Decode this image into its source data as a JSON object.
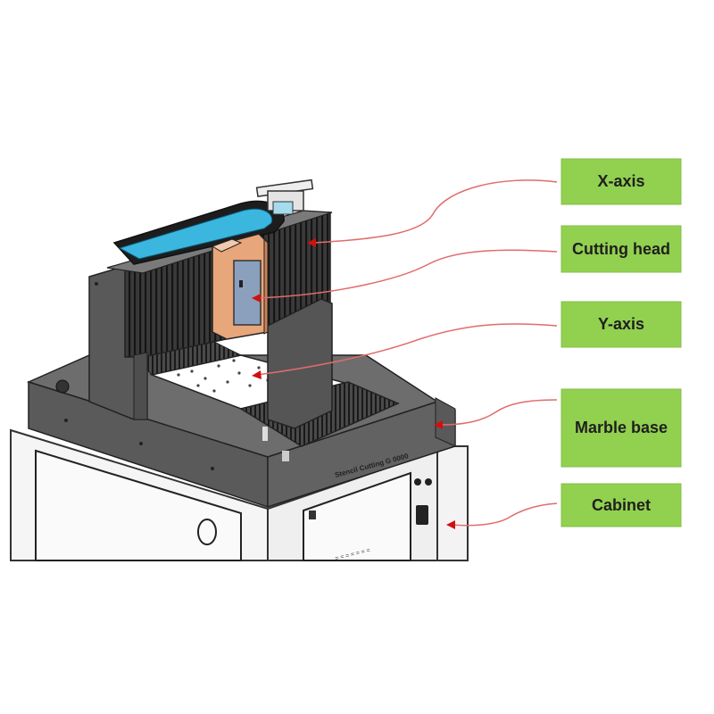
{
  "labels": {
    "x_axis": "X-axis",
    "cutting_head": "Cutting head",
    "y_axis": "Y-axis",
    "marble_base": "Marble base",
    "cabinet": "Cabinet"
  },
  "machine_plate_text": "Stencil Cutting G 0000",
  "colors": {
    "label_fill": "#92d050",
    "leader_line": "#e06a6a",
    "arrow_head": "#d01010",
    "drag_chain_blue": "#36b3dc",
    "cutting_head_orange": "#e9a77c",
    "cutting_head_window": "#8aa2bf",
    "base_gray": "#5e5e5e",
    "cabinet_white": "#f4f4f4"
  }
}
